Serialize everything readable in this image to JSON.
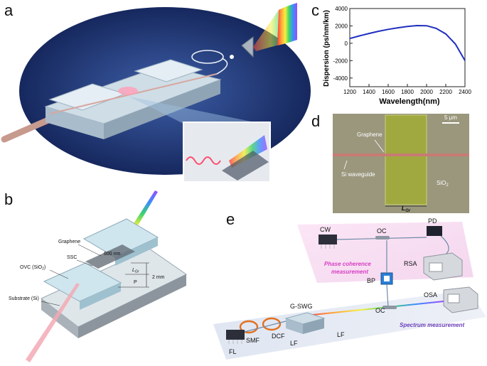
{
  "panels": {
    "a": "a",
    "b": "b",
    "c": "c",
    "d": "d",
    "e": "e"
  },
  "panel_b": {
    "graphene": "Graphene",
    "width600": "600 nm",
    "ssc": "SSC",
    "ovc": "OVC (SiO",
    "ovc_sub": "2",
    "ovc_close": ")",
    "lgr_L": "L",
    "lgr_sub": "Gr",
    "p": "P",
    "twomm": "2 mm",
    "substrate": "Substrate (Si)"
  },
  "panel_d": {
    "scale": "5 μm",
    "graphene": "Graphene",
    "si_waveguide": "Si waveguide",
    "sio2": "SiO",
    "sio2_sub": "2",
    "lgr_L": "L",
    "lgr_sub": "Gr"
  },
  "panel_e": {
    "cw": "CW",
    "oc_top": "OC",
    "pd": "PD",
    "phase_line1": "Phase coherence",
    "phase_line2": "measurement",
    "rsa": "RSA",
    "bp": "BP",
    "osa": "OSA",
    "gswg": "G-SWG",
    "oc_mid": "OC",
    "smf": "SMF",
    "dcf": "DCF",
    "lf_left": "LF",
    "lf_right": "LF",
    "fl": "FL",
    "spectrum": "Spectrum measurement"
  },
  "colors": {
    "dispersion_curve": "#1f2fbf",
    "phase_text": "#d640c4",
    "spectrum_text": "#6a3fb8"
  },
  "chart_data": {
    "type": "line",
    "x": [
      1200,
      1300,
      1400,
      1500,
      1600,
      1700,
      1800,
      1900,
      2000,
      2100,
      2200,
      2300,
      2400
    ],
    "series": [
      {
        "values": [
          550,
          850,
          1130,
          1380,
          1600,
          1780,
          1930,
          2040,
          2020,
          1720,
          1080,
          -80,
          -2000
        ]
      }
    ],
    "xlabel": "Wavelength(nm)",
    "ylabel": "Dispersion (ps/nm/km)",
    "xlim": [
      1200,
      2400
    ],
    "ylim": [
      -5000,
      4000
    ],
    "xticks": [
      1200,
      1400,
      1600,
      1800,
      2000,
      2200,
      2400
    ],
    "yticks": [
      4000,
      2000,
      0,
      -2000,
      -4000
    ],
    "grid": false
  }
}
